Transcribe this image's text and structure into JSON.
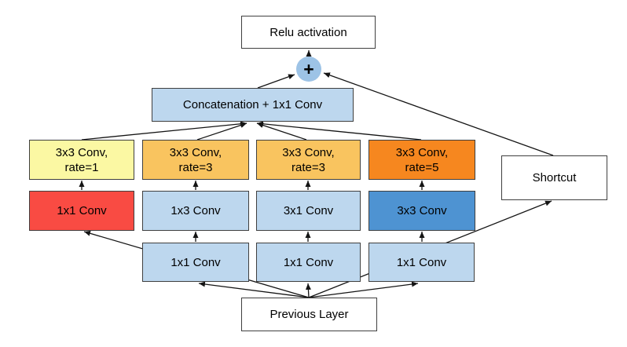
{
  "colors": {
    "box_border": "#3f3f3f",
    "light_blue": "#BDD7EE",
    "plus_blue": "#9DC3E6",
    "yellow": "#FBF8A3",
    "orange": "#F9C45F",
    "orange_dark": "#F6871F",
    "red": "#F94B43",
    "dark_blue": "#4E93D2",
    "white": "#FFFFFF"
  },
  "nodes": {
    "relu": {
      "label": "Relu activation"
    },
    "plus": {
      "label": "+"
    },
    "concat": {
      "label": "Concatenation + 1x1 Conv"
    },
    "branch_tops": [
      {
        "line1": "3x3 Conv,",
        "line2": "rate=1"
      },
      {
        "line1": "3x3 Conv,",
        "line2": "rate=3"
      },
      {
        "line1": "3x3 Conv,",
        "line2": "rate=3"
      },
      {
        "line1": "3x3 Conv,",
        "line2": "rate=5"
      }
    ],
    "branch_mids": [
      {
        "label": "1x1 Conv"
      },
      {
        "label": "1x3 Conv"
      },
      {
        "label": "3x1 Conv"
      },
      {
        "label": "3x3 Conv"
      }
    ],
    "branch_bottoms": [
      {
        "label": "1x1 Conv"
      },
      {
        "label": "1x1 Conv"
      },
      {
        "label": "1x1 Conv"
      }
    ],
    "shortcut": {
      "label": "Shortcut"
    },
    "previous": {
      "label": "Previous Layer"
    }
  },
  "edges": [
    {
      "from": "previous-layer",
      "to": "red-1x1-conv"
    },
    {
      "from": "previous-layer",
      "to": "bottom-1x1-conv-1"
    },
    {
      "from": "previous-layer",
      "to": "bottom-1x1-conv-2"
    },
    {
      "from": "previous-layer",
      "to": "bottom-1x1-conv-3"
    },
    {
      "from": "previous-layer",
      "to": "shortcut"
    },
    {
      "from": "bottom-1x1-conv-1",
      "to": "1x3-conv"
    },
    {
      "from": "bottom-1x1-conv-2",
      "to": "3x1-conv"
    },
    {
      "from": "bottom-1x1-conv-3",
      "to": "3x3-conv"
    },
    {
      "from": "red-1x1-conv",
      "to": "3x3-conv-rate1"
    },
    {
      "from": "1x3-conv",
      "to": "3x3-conv-rate3-a"
    },
    {
      "from": "3x1-conv",
      "to": "3x3-conv-rate3-b"
    },
    {
      "from": "3x3-conv",
      "to": "3x3-conv-rate5"
    },
    {
      "from": "3x3-conv-rate1",
      "to": "concatenation-1x1-conv"
    },
    {
      "from": "3x3-conv-rate3-a",
      "to": "concatenation-1x1-conv"
    },
    {
      "from": "3x3-conv-rate3-b",
      "to": "concatenation-1x1-conv"
    },
    {
      "from": "3x3-conv-rate5",
      "to": "concatenation-1x1-conv"
    },
    {
      "from": "concatenation-1x1-conv",
      "to": "plus"
    },
    {
      "from": "shortcut",
      "to": "plus"
    },
    {
      "from": "plus",
      "to": "relu-activation"
    }
  ]
}
